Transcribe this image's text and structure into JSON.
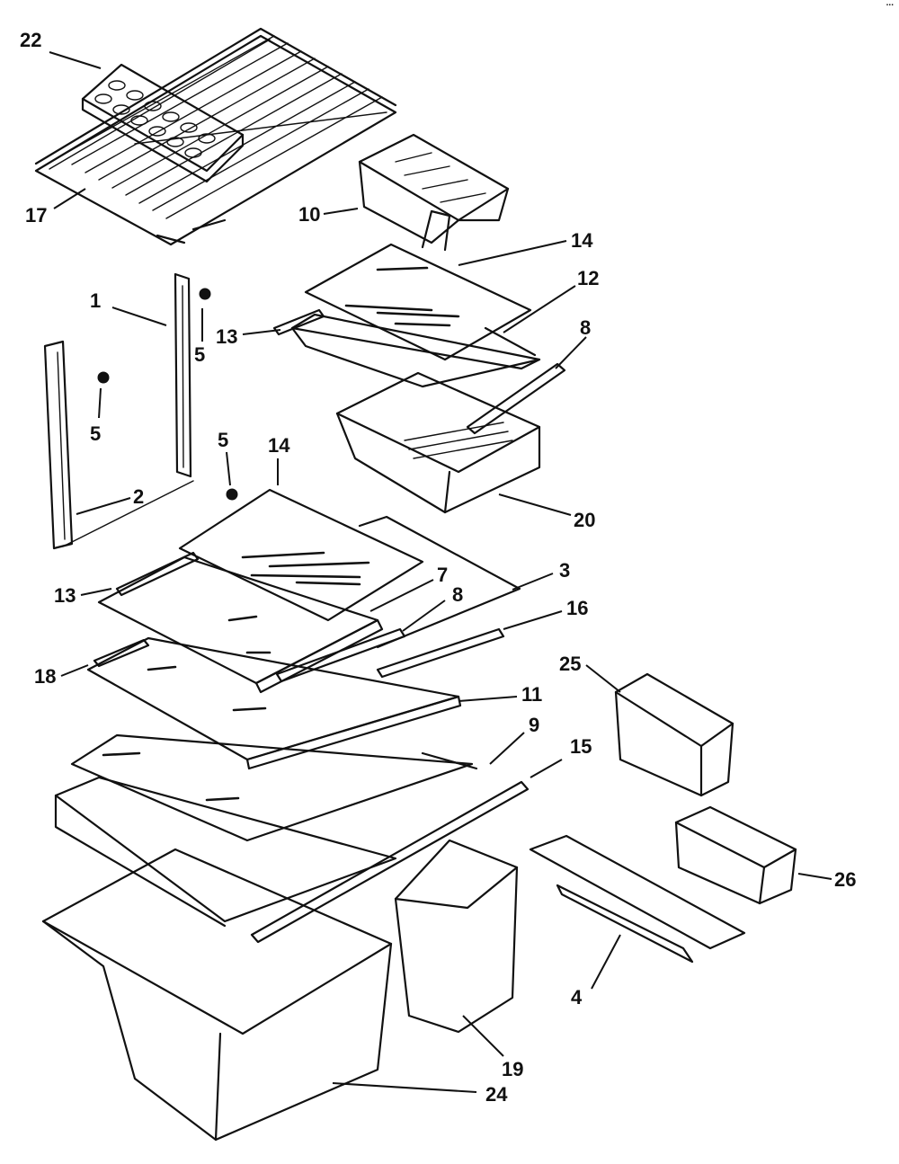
{
  "diagram": {
    "top_mark": "...",
    "callouts": {
      "c22": "22",
      "c17": "17",
      "c10": "10",
      "c14a": "14",
      "c12": "12",
      "c13a": "13",
      "c8a": "8",
      "c1": "1",
      "c5a": "5",
      "c5b": "5",
      "c5c": "5",
      "c2": "2",
      "c14b": "14",
      "c20": "20",
      "c3": "3",
      "c7": "7",
      "c8b": "8",
      "c13b": "13",
      "c16": "16",
      "c18": "18",
      "c25": "25",
      "c11": "11",
      "c9": "9",
      "c15": "15",
      "c26": "26",
      "c4": "4",
      "c19": "19",
      "c24": "24"
    }
  }
}
